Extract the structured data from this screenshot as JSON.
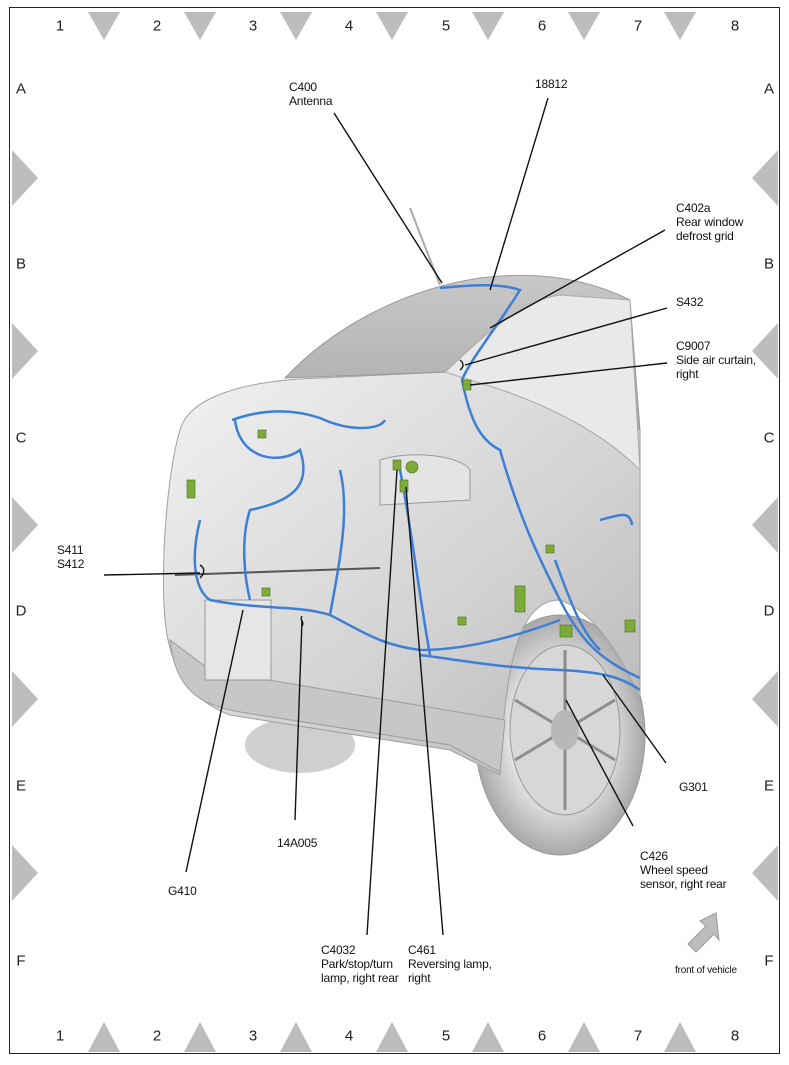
{
  "grid": {
    "columns": [
      "1",
      "2",
      "3",
      "4",
      "5",
      "6",
      "7",
      "8"
    ],
    "rows": [
      "A",
      "B",
      "C",
      "D",
      "E",
      "F"
    ]
  },
  "labels": {
    "c400": {
      "id": "C400",
      "desc": "Antenna"
    },
    "n18812": {
      "id": "18812"
    },
    "c402a": {
      "id": "C402a",
      "desc1": "Rear window",
      "desc2": "defrost grid"
    },
    "s432": {
      "id": "S432"
    },
    "c9007": {
      "id": "C9007",
      "desc1": "Side air curtain,",
      "desc2": "right"
    },
    "s411": {
      "id": "S411"
    },
    "s412": {
      "id": "S412"
    },
    "g301": {
      "id": "G301"
    },
    "n14a005": {
      "id": "14A005"
    },
    "g410": {
      "id": "G410"
    },
    "c426": {
      "id": "C426",
      "desc1": "Wheel speed",
      "desc2": "sensor, right rear"
    },
    "c4032": {
      "id": "C4032",
      "desc1": "Park/stop/turn",
      "desc2": "lamp, right rear"
    },
    "c461": {
      "id": "C461",
      "desc1": "Reversing lamp,",
      "desc2": "right"
    },
    "front": {
      "text": "front of vehicle"
    }
  },
  "colors": {
    "harness": "#3d7fd6",
    "connector": "#7cab3a",
    "body": "#d9d9d9",
    "leader": "#111111",
    "marker": "#bdbdbd"
  }
}
